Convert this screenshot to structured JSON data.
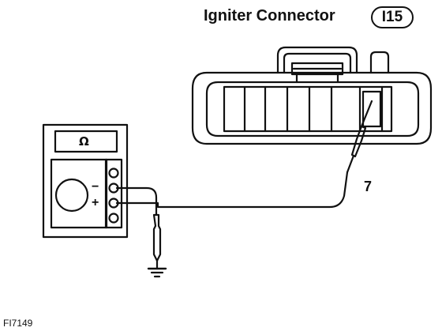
{
  "diagram": {
    "title": "Igniter Connector",
    "connector_code": "I15",
    "meter_symbol": "Ω",
    "minus_label": "−",
    "plus_label": "+",
    "terminal_number": "7",
    "figure_code": "FI7149"
  }
}
